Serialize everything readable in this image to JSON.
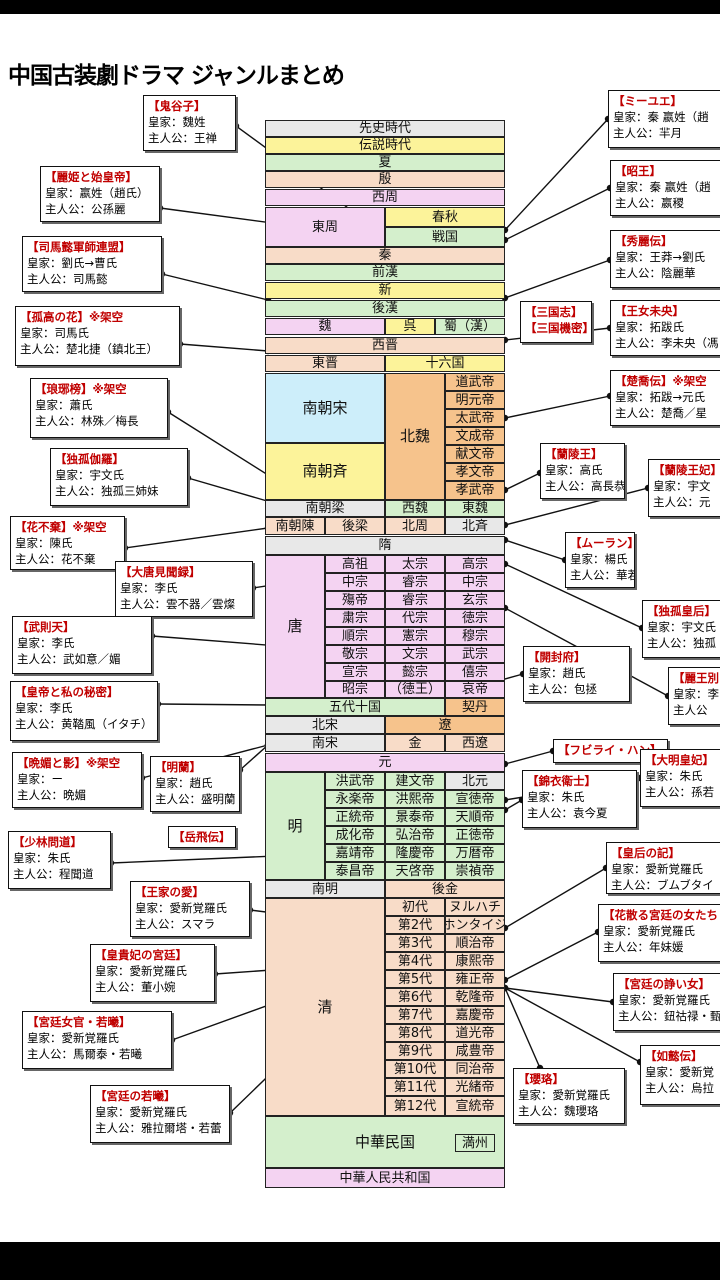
{
  "title": "中国古装劇ドラマ ジャンルまとめ",
  "colors": {
    "pink": "#f4d3f2",
    "peach": "#f8dcc8",
    "yellow": "#fcf39a",
    "green": "#d4efcc",
    "orange": "#f6c38c",
    "cyan": "#cdeefa",
    "grey": "#e8e8e8"
  },
  "cells": [
    {
      "text": "先史時代",
      "color": "grey"
    },
    {
      "text": "伝説時代",
      "color": "yellow"
    },
    {
      "text": "夏",
      "color": "green"
    },
    {
      "text": "殷",
      "color": "peach"
    },
    {
      "text": "西周",
      "color": "pink"
    },
    {
      "text": "東周",
      "color": "pink"
    },
    {
      "text": "春秋",
      "color": "yellow"
    },
    {
      "text": "戦国",
      "color": "green"
    },
    {
      "text": "秦",
      "color": "peach"
    },
    {
      "text": "前漢",
      "color": "green"
    },
    {
      "text": "新",
      "color": "yellow"
    },
    {
      "text": "後漢",
      "color": "green"
    },
    {
      "text": "魏",
      "color": "pink"
    },
    {
      "text": "呉",
      "color": "yellow"
    },
    {
      "text": "蜀（漢）",
      "color": "green"
    },
    {
      "text": "西晋",
      "color": "peach"
    },
    {
      "text": "東晋",
      "color": "peach"
    },
    {
      "text": "十六国",
      "color": "yellow"
    },
    {
      "text": "南朝宋",
      "color": "cyan"
    },
    {
      "text": "南朝斉",
      "color": "yellow"
    },
    {
      "text": "北魏",
      "color": "orange"
    },
    {
      "text": "道武帝",
      "color": "orange"
    },
    {
      "text": "明元帝",
      "color": "orange"
    },
    {
      "text": "太武帝",
      "color": "orange"
    },
    {
      "text": "文成帝",
      "color": "orange"
    },
    {
      "text": "献文帝",
      "color": "orange"
    },
    {
      "text": "孝文帝",
      "color": "orange"
    },
    {
      "text": "孝武帝",
      "color": "orange"
    },
    {
      "text": "南朝梁",
      "color": "grey"
    },
    {
      "text": "西魏",
      "color": "green"
    },
    {
      "text": "東魏",
      "color": "green"
    },
    {
      "text": "南朝陳",
      "color": "peach"
    },
    {
      "text": "後梁",
      "color": "peach"
    },
    {
      "text": "北周",
      "color": "peach"
    },
    {
      "text": "北斉",
      "color": "grey"
    },
    {
      "text": "隋",
      "color": "grey"
    },
    {
      "text": "唐",
      "color": "pink"
    },
    {
      "text": "高祖",
      "color": "pink"
    },
    {
      "text": "太宗",
      "color": "pink"
    },
    {
      "text": "高宗",
      "color": "pink"
    },
    {
      "text": "中宗",
      "color": "pink"
    },
    {
      "text": "睿宗",
      "color": "pink"
    },
    {
      "text": "中宗",
      "color": "pink"
    },
    {
      "text": "殤帝",
      "color": "pink"
    },
    {
      "text": "睿宗",
      "color": "pink"
    },
    {
      "text": "玄宗",
      "color": "pink"
    },
    {
      "text": "粛宗",
      "color": "pink"
    },
    {
      "text": "代宗",
      "color": "pink"
    },
    {
      "text": "徳宗",
      "color": "pink"
    },
    {
      "text": "順宗",
      "color": "pink"
    },
    {
      "text": "憲宗",
      "color": "pink"
    },
    {
      "text": "穆宗",
      "color": "pink"
    },
    {
      "text": "敬宗",
      "color": "pink"
    },
    {
      "text": "文宗",
      "color": "pink"
    },
    {
      "text": "武宗",
      "color": "pink"
    },
    {
      "text": "宣宗",
      "color": "pink"
    },
    {
      "text": "懿宗",
      "color": "pink"
    },
    {
      "text": "僖宗",
      "color": "pink"
    },
    {
      "text": "昭宗",
      "color": "pink"
    },
    {
      "text": "（徳王）",
      "color": "pink"
    },
    {
      "text": "哀帝",
      "color": "pink"
    },
    {
      "text": "五代十国",
      "color": "green"
    },
    {
      "text": "契丹",
      "color": "orange"
    },
    {
      "text": "北宋",
      "color": "grey"
    },
    {
      "text": "遼",
      "color": "orange"
    },
    {
      "text": "南宋",
      "color": "grey"
    },
    {
      "text": "金",
      "color": "peach"
    },
    {
      "text": "西遼",
      "color": "peach"
    },
    {
      "text": "元",
      "color": "pink"
    },
    {
      "text": "明",
      "color": "green"
    },
    {
      "text": "洪武帝",
      "color": "green"
    },
    {
      "text": "建文帝",
      "color": "green"
    },
    {
      "text": "北元",
      "color": "grey"
    },
    {
      "text": "永楽帝",
      "color": "green"
    },
    {
      "text": "洪熙帝",
      "color": "green"
    },
    {
      "text": "宣徳帝",
      "color": "green"
    },
    {
      "text": "正統帝",
      "color": "green"
    },
    {
      "text": "景泰帝",
      "color": "green"
    },
    {
      "text": "天順帝",
      "color": "green"
    },
    {
      "text": "成化帝",
      "color": "green"
    },
    {
      "text": "弘治帝",
      "color": "green"
    },
    {
      "text": "正徳帝",
      "color": "green"
    },
    {
      "text": "嘉靖帝",
      "color": "green"
    },
    {
      "text": "隆慶帝",
      "color": "green"
    },
    {
      "text": "万暦帝",
      "color": "green"
    },
    {
      "text": "泰昌帝",
      "color": "green"
    },
    {
      "text": "天啓帝",
      "color": "green"
    },
    {
      "text": "崇禎帝",
      "color": "green"
    },
    {
      "text": "南明",
      "color": "grey"
    },
    {
      "text": "後金",
      "color": "peach"
    },
    {
      "text": "清",
      "color": "peach"
    },
    {
      "text": "初代",
      "color": "peach"
    },
    {
      "text": "ヌルハチ",
      "color": "peach"
    },
    {
      "text": "第2代",
      "color": "peach"
    },
    {
      "text": "ホンタイジ",
      "color": "peach"
    },
    {
      "text": "第3代",
      "color": "peach"
    },
    {
      "text": "順治帝",
      "color": "peach"
    },
    {
      "text": "第4代",
      "color": "peach"
    },
    {
      "text": "康熙帝",
      "color": "peach"
    },
    {
      "text": "第5代",
      "color": "peach"
    },
    {
      "text": "雍正帝",
      "color": "peach"
    },
    {
      "text": "第6代",
      "color": "peach"
    },
    {
      "text": "乾隆帝",
      "color": "peach"
    },
    {
      "text": "第7代",
      "color": "peach"
    },
    {
      "text": "嘉慶帝",
      "color": "peach"
    },
    {
      "text": "第8代",
      "color": "peach"
    },
    {
      "text": "道光帝",
      "color": "peach"
    },
    {
      "text": "第9代",
      "color": "peach"
    },
    {
      "text": "咸豊帝",
      "color": "peach"
    },
    {
      "text": "第10代",
      "color": "peach"
    },
    {
      "text": "同治帝",
      "color": "peach"
    },
    {
      "text": "第11代",
      "color": "peach"
    },
    {
      "text": "光緒帝",
      "color": "peach"
    },
    {
      "text": "第12代",
      "color": "peach"
    },
    {
      "text": "宣統帝",
      "color": "peach"
    },
    {
      "text": "中華民国",
      "color": "green"
    },
    {
      "text": "満州",
      "color": "green"
    },
    {
      "text": "中華人民共和国",
      "color": "pink"
    }
  ],
  "labels": [
    {
      "title": "【鬼谷子】",
      "l1": "皇家：魏姓",
      "l2": "主人公：王禅"
    },
    {
      "title": "【麗姫と始皇帝】",
      "l1": "皇家：嬴姓（趙氏）",
      "l2": "主人公：公孫麗"
    },
    {
      "title": "【司馬懿軍師連盟】",
      "l1": "皇家：劉氏→曹氏",
      "l2": "主人公：司馬懿"
    },
    {
      "title": "【孤高の花】※架空",
      "l1": "皇家：司馬氏",
      "l2": "主人公：楚北捷（鎮北王）"
    },
    {
      "title": "【琅琊榜】※架空",
      "l1": "皇家：蕭氏",
      "l2": "主人公：林殊／梅長"
    },
    {
      "title": "【独孤伽羅】",
      "l1": "皇家：宇文氏",
      "l2": "主人公：独孤三姉妹"
    },
    {
      "title": "【花不棄】※架空",
      "l1": "皇家：陳氏",
      "l2": "主人公：花不棄"
    },
    {
      "title": "【大唐見聞録】",
      "l1": "皇家：李氏",
      "l2": "主人公：雲不器／雲燦"
    },
    {
      "title": "【武則天】",
      "l1": "皇家：李氏",
      "l2": "主人公：武如意／媚"
    },
    {
      "title": "【皇帝と私の秘密】",
      "l1": "皇家：李氏",
      "l2": "主人公：黄鞜風（イタチ）"
    },
    {
      "title": "【晩媚と影】※架空",
      "l1": "皇家：ー",
      "l2": "主人公：晩媚"
    },
    {
      "title": "【明蘭】",
      "l1": "皇家：趙氏",
      "l2": "主人公：盛明蘭"
    },
    {
      "title": "【岳飛伝】",
      "l1": "",
      "l2": ""
    },
    {
      "title": "【少林問道】",
      "l1": "皇家：朱氏",
      "l2": "主人公：程聞道"
    },
    {
      "title": "【王家の愛】",
      "l1": "皇家：愛新覚羅氏",
      "l2": "主人公：スマラ"
    },
    {
      "title": "【皇貴妃の宮廷】",
      "l1": "皇家：愛新覚羅氏",
      "l2": "主人公：董小婉"
    },
    {
      "title": "【宮廷女官・若曦】",
      "l1": "皇家：愛新覚羅氏",
      "l2": "主人公：馬爾泰・若曦"
    },
    {
      "title": "【宮廷の若曦】",
      "l1": "皇家：愛新覚羅氏",
      "l2": "主人公：雅拉爾塔・若蕾"
    },
    {
      "title": "【ミーユエ】",
      "l1": "皇家：秦 嬴姓（趙",
      "l2": "主人公：羋月"
    },
    {
      "title": "【昭王】",
      "l1": "皇家：秦 嬴姓（趙",
      "l2": "主人公：嬴稷"
    },
    {
      "title": "【秀麗伝】",
      "l1": "皇家：王莽→劉氏",
      "l2": "主人公：陰麗華"
    },
    {
      "title": "【三国志】",
      "l1": "【三国機密】",
      "l2": ""
    },
    {
      "title": "【王女未央】",
      "l1": "皇家：拓跋氏",
      "l2": "主人公：李未央（馮"
    },
    {
      "title": "【楚喬伝】※架空",
      "l1": "皇家：拓跋→元氏",
      "l2": "主人公：楚喬／星"
    },
    {
      "title": "【蘭陵王】",
      "l1": "皇家：高氏",
      "l2": "主人公：高長恭"
    },
    {
      "title": "【蘭陵王妃】",
      "l1": "皇家：宇文",
      "l2": "主人公：元"
    },
    {
      "title": "【ムーラン】",
      "l1": "皇家：楊氏",
      "l2": "主人公：華若蘭"
    },
    {
      "title": "【独孤皇后】",
      "l1": "皇家：宇文氏",
      "l2": "主人公：独孤"
    },
    {
      "title": "【開封府】",
      "l1": "皇家：趙氏",
      "l2": "主人公：包拯"
    },
    {
      "title": "【麗王別",
      "l1": "皇家：李",
      "l2": "主人公"
    },
    {
      "title": "【フビライ・ハン】",
      "l1": "",
      "l2": ""
    },
    {
      "title": "【大明皇妃】",
      "l1": "皇家：朱氏",
      "l2": "主人公：孫若"
    },
    {
      "title": "【錦衣衛士】",
      "l1": "皇家：朱氏",
      "l2": "主人公：袁今夏"
    },
    {
      "title": "【皇后の記】",
      "l1": "皇家：愛新覚羅氏",
      "l2": "主人公：ブムブタイ"
    },
    {
      "title": "【花散る宮廷の女たち",
      "l1": "皇家：愛新覚羅氏",
      "l2": "主人公：年妹媛"
    },
    {
      "title": "【宮廷の諍い女】",
      "l1": "皇家：愛新覚羅氏",
      "l2": "主人公：鈕祜禄・甄"
    },
    {
      "title": "【瓔珞】",
      "l1": "皇家：愛新覚羅氏",
      "l2": "主人公：魏瓔珞"
    },
    {
      "title": "【如懿伝】",
      "l1": "皇家：愛新覚",
      "l2": "主人公：烏拉"
    }
  ]
}
